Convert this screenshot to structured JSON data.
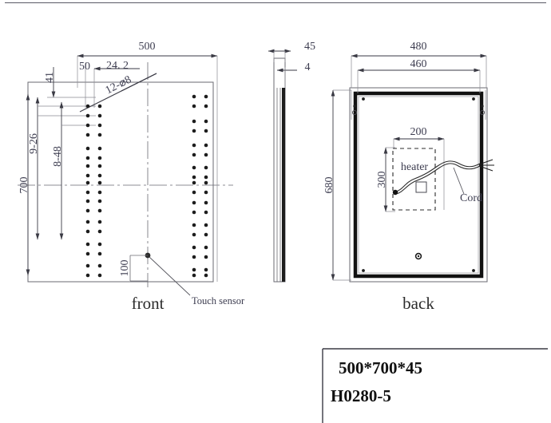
{
  "sheet": {
    "background": "#ffffff",
    "line_color": "#3a3a44",
    "dim_text_color": "#3d3d50",
    "heavy_color": "#000000"
  },
  "views": {
    "front": {
      "label": "front",
      "dimensions": {
        "overall_width": "500",
        "overall_height": "700",
        "edge_offset": "50",
        "hole_pitch_x": "24. 2",
        "top_offset": "41",
        "group_pitch_a": "9-26",
        "group_pitch_b": "8-48",
        "sensor_height": "100"
      },
      "hole_note": "12-⌀8",
      "callout": "Touch sensor"
    },
    "side": {
      "dimensions": {
        "thickness": "45",
        "glass": "4"
      }
    },
    "back": {
      "label": "back",
      "dimensions": {
        "frame_width": "480",
        "inner_width": "460",
        "frame_height": "680",
        "heater_width": "200",
        "heater_height": "300"
      },
      "labels": {
        "heater": "heater",
        "cord": "Cord"
      }
    }
  },
  "title_block": {
    "size": "500*700*45",
    "model": "H0280-5"
  }
}
